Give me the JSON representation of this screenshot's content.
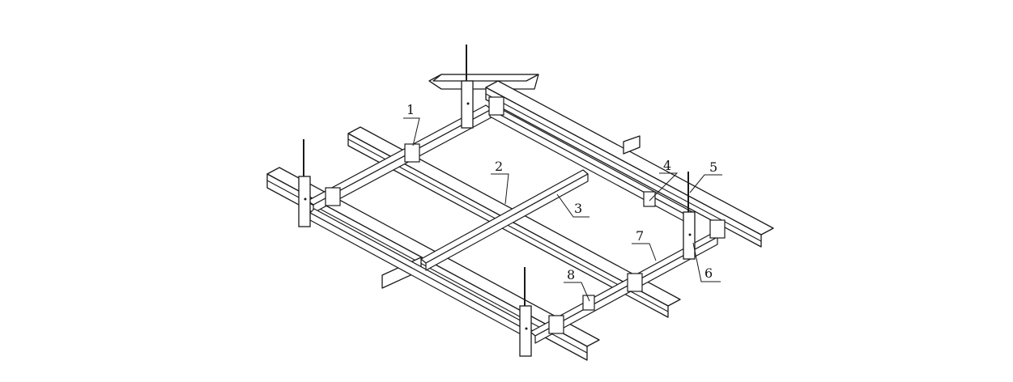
{
  "labels": {
    "l1": "1",
    "l2": "2",
    "l3": "3",
    "l4": "4",
    "l5": "5",
    "l6": "6",
    "l7": "7",
    "l8": "8"
  },
  "colors": {
    "line": "#1a1a1a",
    "fill": "#ffffff"
  }
}
